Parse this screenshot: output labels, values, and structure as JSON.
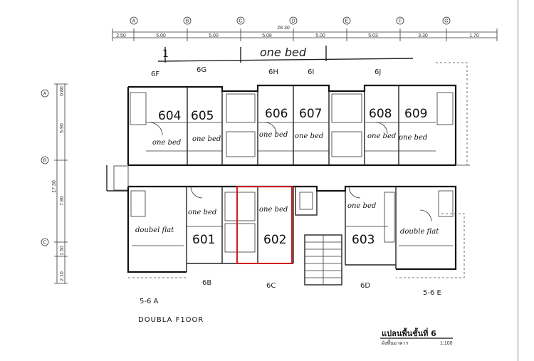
{
  "grid_columns": [
    "A",
    "B",
    "C",
    "D",
    "E",
    "F",
    "G"
  ],
  "grid_rows": [
    "A",
    "B",
    "C"
  ],
  "top_dimensions": [
    "2.50",
    "5.00",
    "5.00",
    "5.08",
    "5.00",
    "5.03",
    "3.30",
    "1.70"
  ],
  "overall_width": "28.30",
  "side_dimensions": [
    "5.90",
    "7.80",
    "17.30",
    "1.50",
    "2.10",
    "0.80"
  ],
  "header_note": "one bed",
  "header_index": "1",
  "zone_labels": {
    "z6F": "6F",
    "z6G": "6G",
    "z6H": "6H",
    "z6I": "6I",
    "z6J": "6J",
    "z6B": "6B",
    "z6C": "6C",
    "z6D": "6D",
    "z56A": "5-6 A",
    "z56E": "5-6 E"
  },
  "rooms_top": [
    {
      "number": "604",
      "note": "one bed"
    },
    {
      "number": "605",
      "note": "one bed"
    },
    {
      "number": "606",
      "note": "one bed"
    },
    {
      "number": "607",
      "note": "one bed"
    },
    {
      "number": "608",
      "note": "one bed"
    },
    {
      "number": "609",
      "note": "one bed"
    }
  ],
  "rooms_bottom": [
    {
      "number": "601",
      "note": "one bed"
    },
    {
      "number": "602",
      "note": "one bed"
    },
    {
      "number": "603",
      "note": "one bed"
    }
  ],
  "double_flats": {
    "left": "doubel flat",
    "right": "double flat"
  },
  "floor_label": "DOUBLA F1OOR",
  "title_block": {
    "title": "แปลนพื้นชั้นที่ 6",
    "subtitle": "ผังพื้นอาคาร",
    "scale": "1:100"
  },
  "highlight_color": "#d11a1a"
}
